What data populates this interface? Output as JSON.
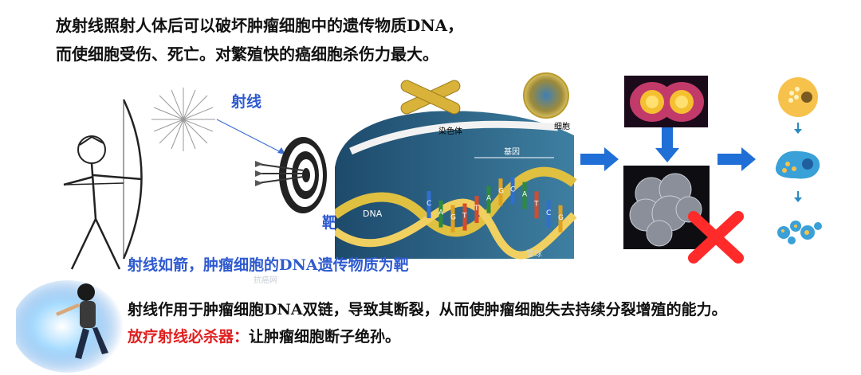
{
  "intro": {
    "line1": "放射线照射人体后可以破坏肿瘤细胞中的遗传物质DNA，",
    "line2": "而使细胞受伤、死亡。对繁殖快的癌细胞杀伤力最大。"
  },
  "labels": {
    "ray": "射线",
    "target": "靶",
    "caption": "射线如箭，肿瘤细胞的DNA遗传物质为靶",
    "chromosome": "染色体",
    "cell": "细胞",
    "gene": "基因",
    "dna": "DNA",
    "watermark1": "雪球",
    "watermark2": "抗癌网"
  },
  "bottom": {
    "line1": "射线作用于肿瘤细胞DNA双链，导致其断裂，从而使肿瘤细胞失去持续分裂增殖的能力。",
    "line2_prefix": "放疗射线必杀器：",
    "line2_rest": "让肿瘤细胞断子绝孙。"
  },
  "dna_bases": [
    "C",
    "A",
    "G",
    "T",
    "T",
    "A",
    "G",
    "C",
    "A",
    "T",
    "C",
    "G"
  ],
  "colors": {
    "blue": "#2f5bd0",
    "red": "#e02020",
    "arrow": "#1f6fd6"
  }
}
